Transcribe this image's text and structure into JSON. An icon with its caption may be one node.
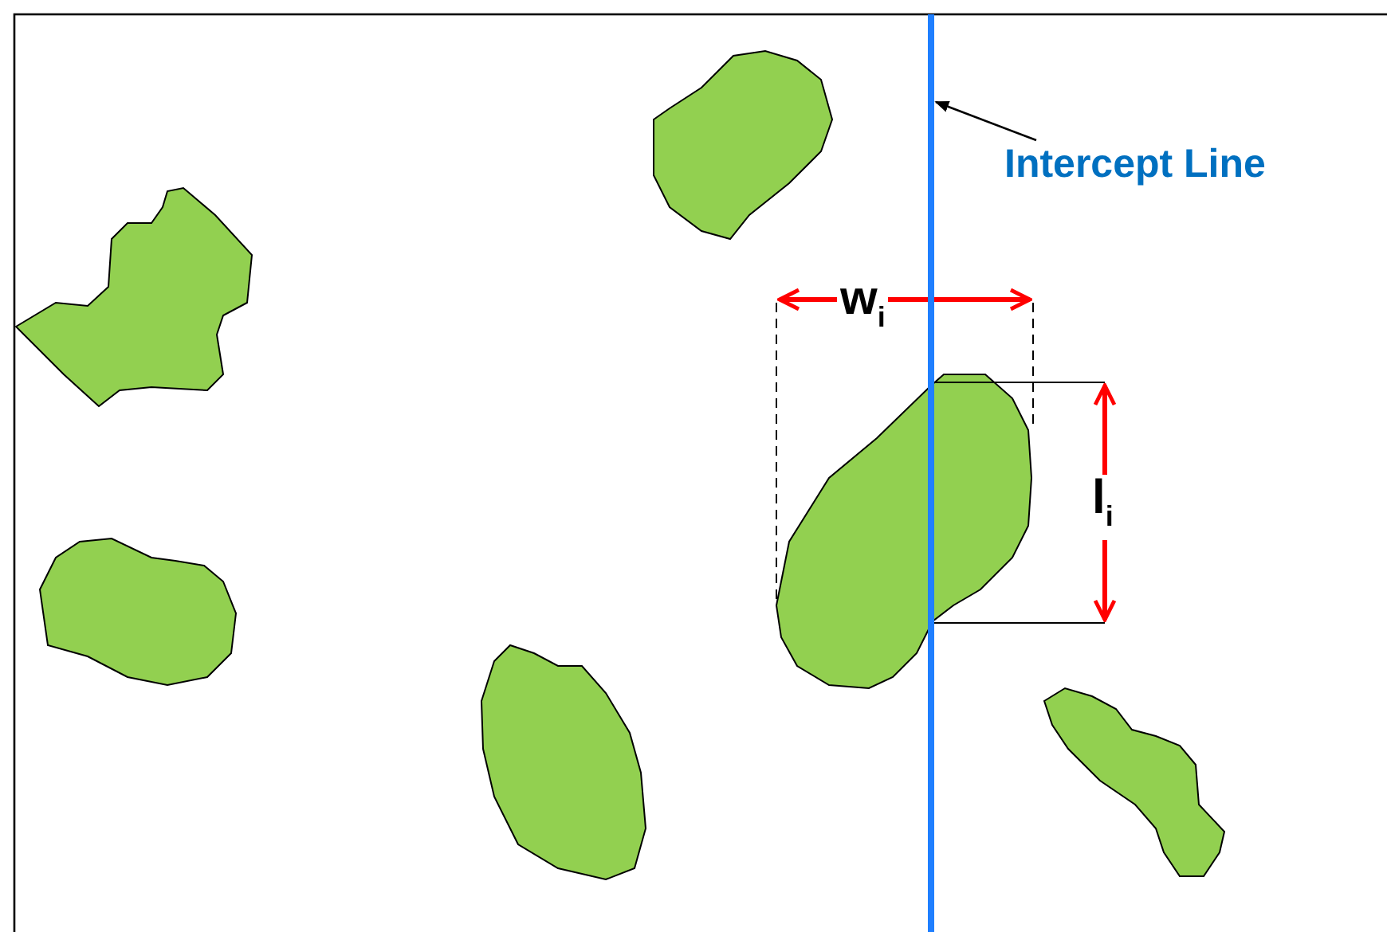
{
  "diagram": {
    "nodes": [
      {
        "text": [
          "Intercept Line"
        ]
      },
      {
        "text": [],
        "shape": "bar"
      }
    ],
    "edges": [
      {
        "from": 0,
        "to": 1,
        "arrow": "to"
      }
    ],
    "labels": [
      "w$_{i}$",
      "l$_{i}$"
    ]
  }
}
